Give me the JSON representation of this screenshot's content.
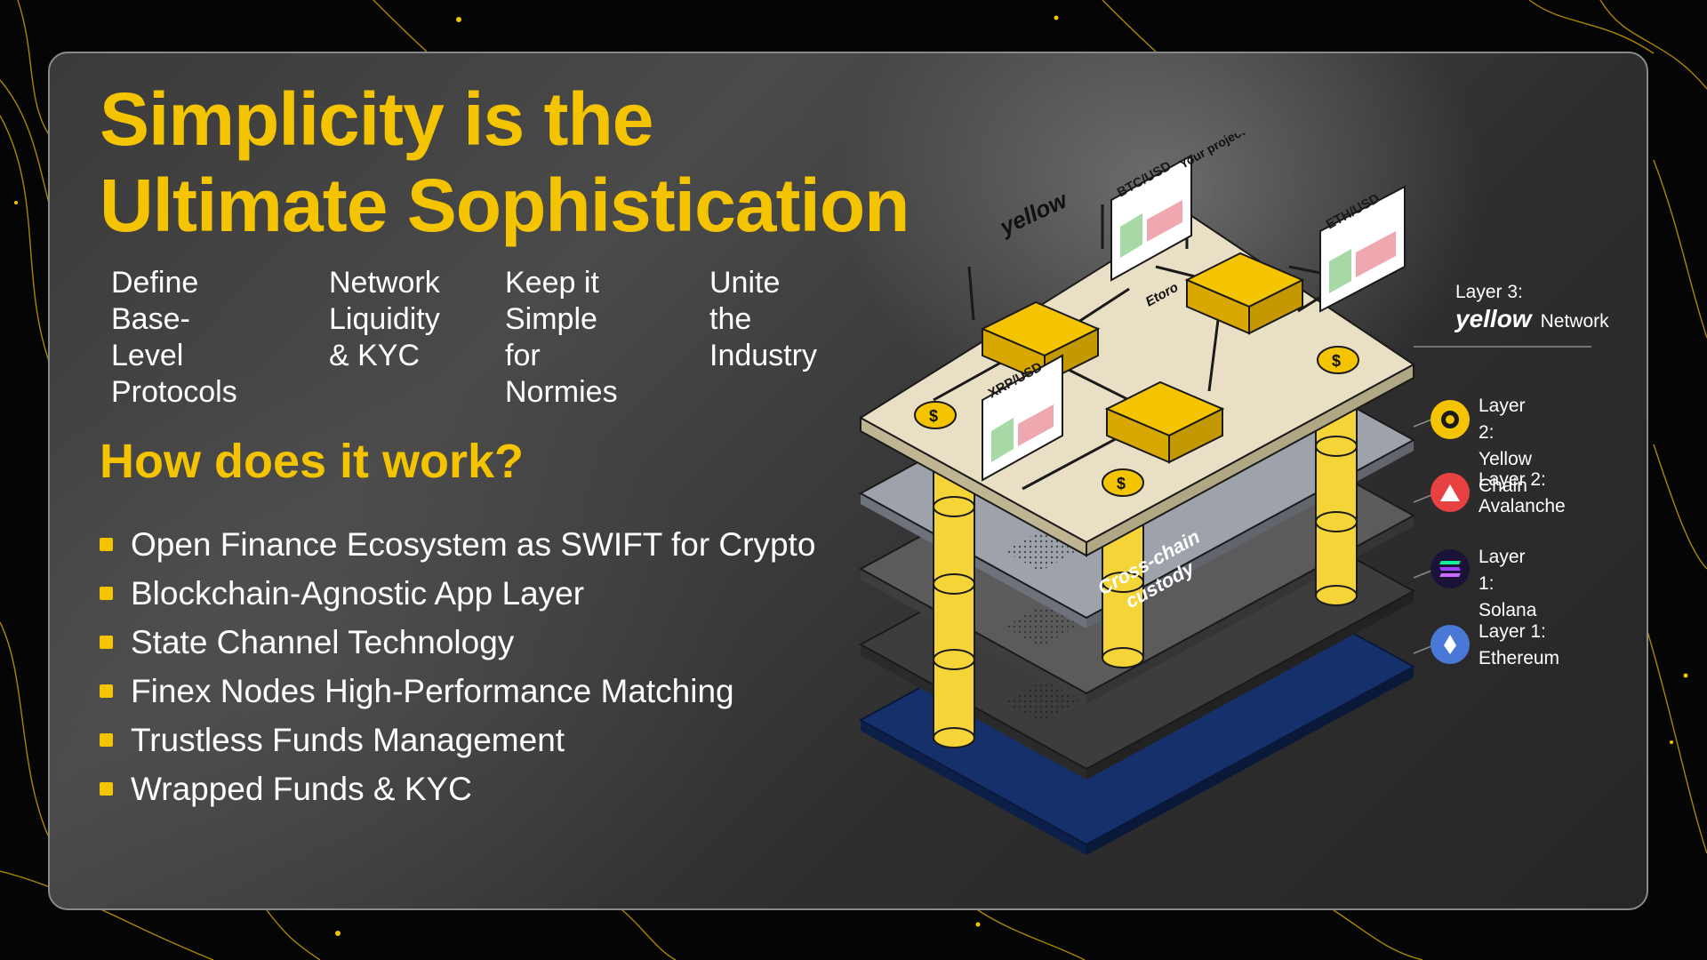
{
  "headline": {
    "line1": "Simplicity is the",
    "line2": "Ultimate Sophistication"
  },
  "pillars": [
    "Define\nBase-Level\nProtocols",
    "Network\nLiquidity\n& KYC",
    "Keep it\nSimple for\nNormies",
    "Unite\nthe\nIndustry"
  ],
  "how_title": "How does it work?",
  "bullets": [
    "Open Finance Ecosystem as SWIFT for Crypto",
    "Blockchain-Agnostic App Layer",
    "State Channel Technology",
    "Finex Nodes High-Performance Matching",
    "Trustless Funds Management",
    "Wrapped Funds & KYC"
  ],
  "diagram": {
    "brand_logo": "yellow",
    "pairs": [
      "BTC/USD",
      "ETH/USD",
      "XRP/USD"
    ],
    "your_project": "Your project",
    "etoro": "Etoro",
    "cross_chain_line1": "Cross-chain",
    "cross_chain_line2": "custody",
    "dollar": "$"
  },
  "layers": {
    "l3_label": "Layer 3:",
    "l3_logo": "yellow",
    "l3_name": "Network",
    "l2a_label": "Layer 2:",
    "l2a_name": "Yellow Chain",
    "l2b_label": "Layer 2:",
    "l2b_name": "Avalanche",
    "l1a_label": "Layer 1:",
    "l1a_name": "Solana",
    "l1b_label": "Layer 1:",
    "l1b_name": "Ethereum"
  },
  "colors": {
    "accent": "#f5c400",
    "layer3": "#e9dfc4",
    "layer2_yellow": "#9da2ab",
    "layer2_avax": "#5b5b5b",
    "layer1_sol": "#3d3d3d",
    "layer1_eth": "#16306b",
    "avalanche": "#e84142",
    "ethereum": "#4a78d6"
  },
  "icons": [
    "yellow-chain-icon",
    "avalanche-icon",
    "solana-icon",
    "ethereum-icon",
    "dollar-coin-icon"
  ]
}
